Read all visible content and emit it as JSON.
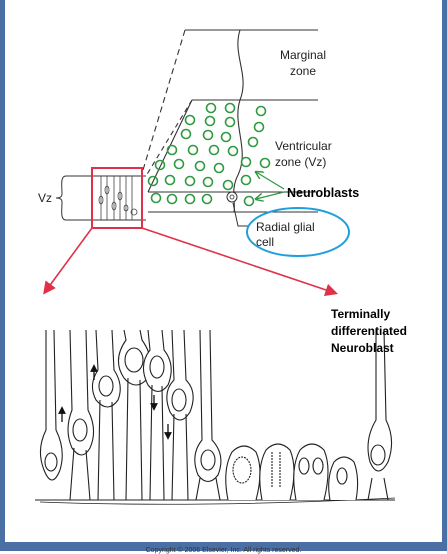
{
  "labels": {
    "marginal_zone_line1": "Marginal",
    "marginal_zone_line2": "zone",
    "ventricular_zone_line1": "Ventricular",
    "ventricular_zone_line2": "zone (Vz)",
    "vz": "Vz",
    "neuroblasts": "Neuroblasts",
    "radial_glial_line1": "Radial glial",
    "radial_glial_line2": "cell",
    "terminally_line1": "Terminally",
    "terminally_line2": "differentiated",
    "terminally_line3": "Neuroblast"
  },
  "copyright": "Copyright © 2006 Elsevier, Inc. All rights reserved.",
  "colors": {
    "neuroblast_circle": "#2e9a3f",
    "highlight_box": "#e0314a",
    "callout_ellipse": "#1da0dc",
    "frame": "#4a6fa5"
  }
}
